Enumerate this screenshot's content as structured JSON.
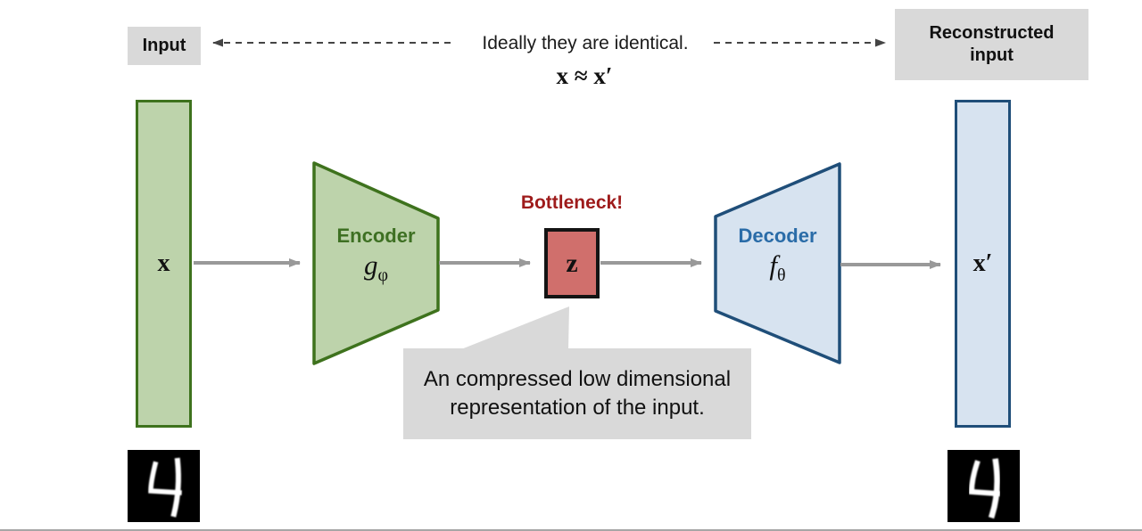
{
  "colors": {
    "green-fill": "#bdd3ab",
    "green-border": "#3e721d",
    "green-text": "#3e7023",
    "blue-fill": "#d7e3f0",
    "blue-border": "#1f4e79",
    "blue-text": "#2a6ca8",
    "red-fill": "#d06f6c",
    "red-text": "#9e1b1b",
    "gray-box": "#d9d9d9",
    "arrow": "#999999",
    "dashed": "#444444",
    "bottom-line": "#a6a6a6"
  },
  "top_row": {
    "input_label": "Input",
    "identical_text": "Ideally they are identical.",
    "approx_math": "x ≈ x′",
    "reconstructed_label": "Reconstructed input"
  },
  "pipeline": {
    "input_vector": "x",
    "encoder": {
      "title": "Encoder",
      "symbol": "g",
      "subscript": "φ"
    },
    "bottleneck": {
      "warning": "Bottleneck!",
      "latent": "z"
    },
    "decoder": {
      "title": "Decoder",
      "symbol": "f",
      "subscript": "θ"
    },
    "reconstructed_vector": "x′"
  },
  "callout": {
    "line1": "An compressed low dimensional",
    "line2": "representation of the input."
  },
  "digits": {
    "input": "4",
    "reconstructed": "4"
  }
}
